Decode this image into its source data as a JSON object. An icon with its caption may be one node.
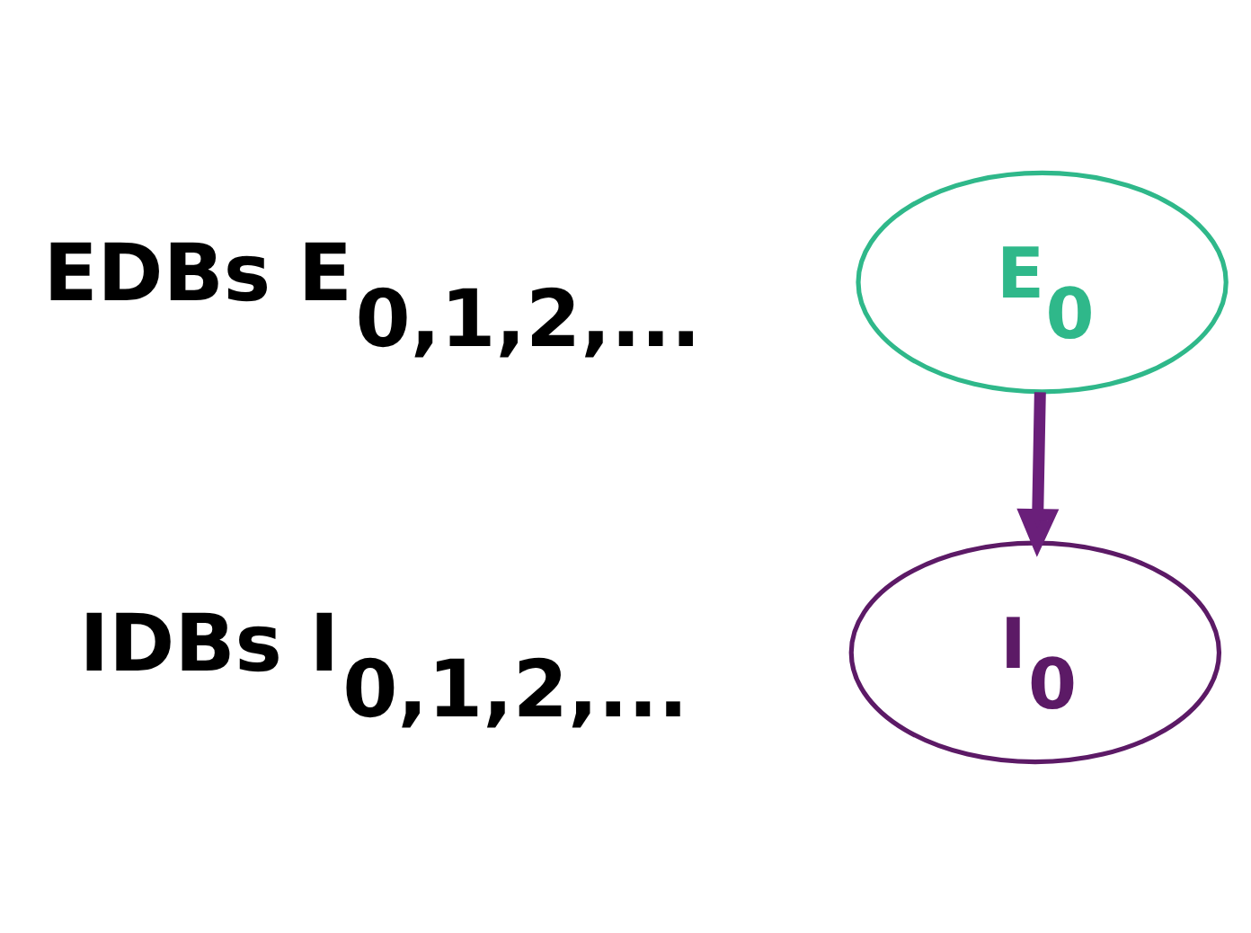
{
  "diagram": {
    "nodes": [
      {
        "text": [
          "E$_{0}$"
        ]
      },
      {
        "text": [
          "I$_{0}$"
        ]
      }
    ],
    "edges": [
      {
        "from": 0,
        "to": 1,
        "arrow": "to"
      }
    ],
    "labels": [
      "EDBs E$_{0,1,2,...}$",
      "IDBs I$_{0,1,2,...}$"
    ]
  }
}
